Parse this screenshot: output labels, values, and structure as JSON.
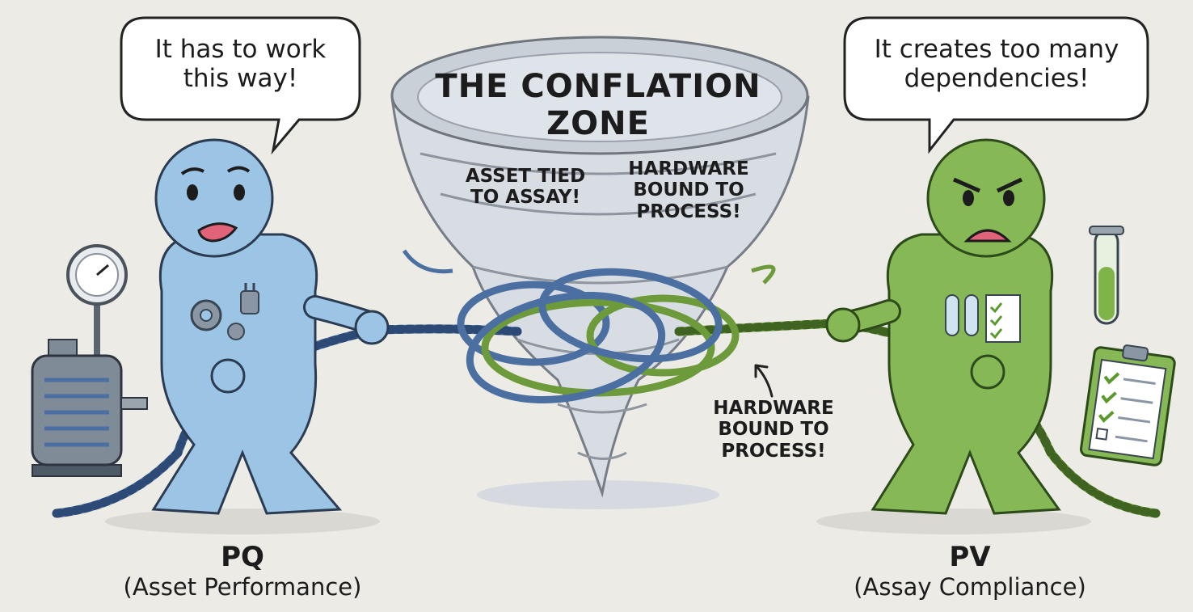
{
  "left": {
    "speech": "It has to work this way!",
    "name": "PQ",
    "role": "(Asset Performance)",
    "body_color": "#9cc4e4",
    "rope_color": "#4a6fa0",
    "icons": [
      "gauge-icon",
      "motor-icon",
      "gear-icon",
      "plug-icon"
    ]
  },
  "right": {
    "speech": "It creates too many dependencies!",
    "name": "PV",
    "role": "(Assay Compliance)",
    "body_color": "#86b955",
    "rope_color": "#6d9a3a",
    "icons": [
      "test-tube-icon",
      "clipboard-icon",
      "checklist-icon"
    ]
  },
  "zone": {
    "title_line1": "THE CONFLATION",
    "title_line2": "ZONE",
    "left_label": "ASSET TIED TO ASSAY!",
    "right_label": "HARDWARE BOUND TO PROCESS!",
    "callout": "HARDWARE BOUND TO PROCESS!"
  }
}
